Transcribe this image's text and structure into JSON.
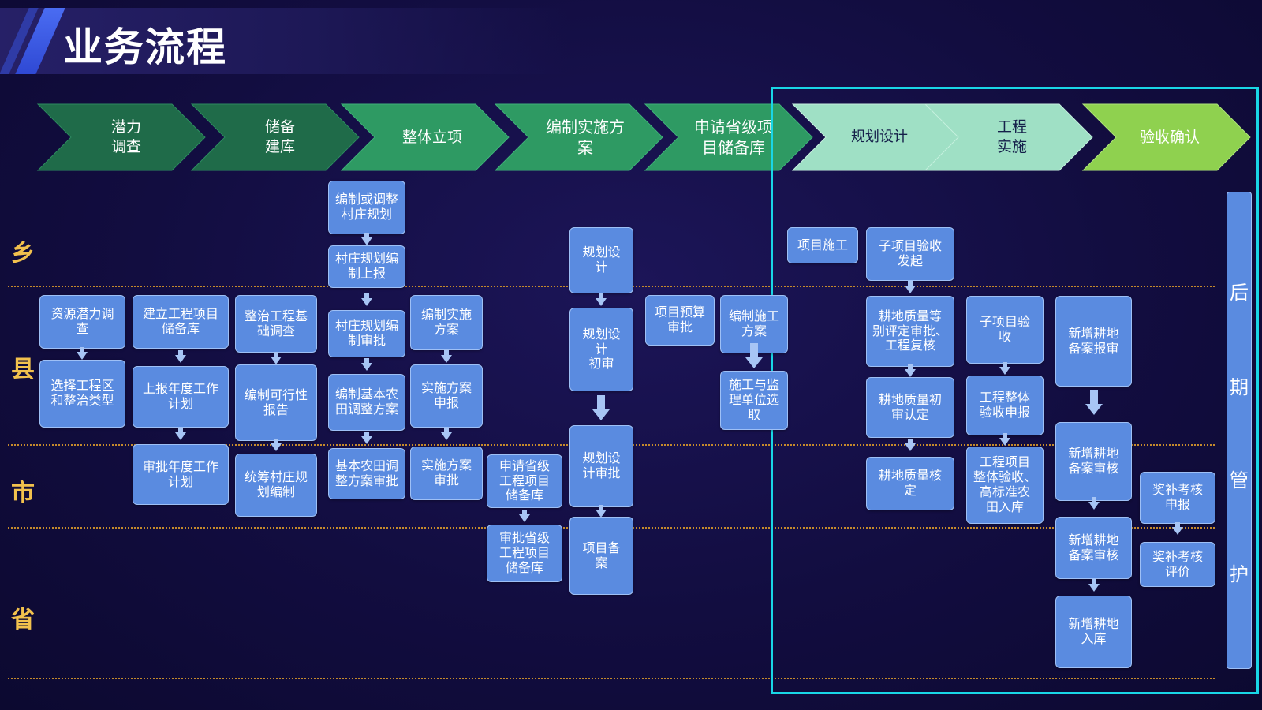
{
  "page": {
    "title": "业务流程"
  },
  "stages": [
    "潜力\n调查",
    "储备\n建库",
    "整体立项",
    "编制实施方\n案",
    "申请省级项\n目储备库",
    "规划设计",
    "工程\n实施",
    "验收确认"
  ],
  "rows": [
    "乡",
    "县",
    "市",
    "省"
  ],
  "boxes": {
    "b1": "资源潜力调\n查",
    "b2": "选择工程区\n和整治类型",
    "b3": "建立工程项目\n储备库",
    "b4": "上报年度工作\n计划",
    "b5": "审批年度工作\n计划",
    "b6": "整治工程基\n础调查",
    "b7": "编制可行性\n报告",
    "b8": "统筹村庄规\n划编制",
    "b9": "编制或调整\n村庄规划",
    "b10": "村庄规划编\n制上报",
    "b11": "村庄规划编\n制审批",
    "b12": "编制基本农\n田调整方案",
    "b13": "基本农田调\n整方案审批",
    "b14": "编制实施\n方案",
    "b15": "实施方案\n申报",
    "b16": "实施方案\n审批",
    "b17": "申请省级\n工程项目\n储备库",
    "b18": "审批省级\n工程项目\n储备库",
    "b19": "规划设\n计",
    "b20": "规划设\n计\n初审",
    "b21": "规划设\n计审批",
    "b22": "项目备\n案",
    "b23": "项目预算\n审批",
    "b24": "编制施工\n方案",
    "b25": "施工与监\n理单位选\n取",
    "b26": "项目施工",
    "b27": "子项目验收\n发起",
    "b28": "耕地质量等\n别评定审批、\n工程复核",
    "b29": "耕地质量初\n审认定",
    "b30": "耕地质量核\n定",
    "b31": "子项目验\n收",
    "b32": "工程整体\n验收申报",
    "b33": "工程项目\n整体验收、\n高标准农\n田入库",
    "b34": "新增耕地\n备案报审",
    "b35": "新增耕地\n备案审核",
    "b36": "新增耕地\n备案审核",
    "b37": "新增耕地\n入库",
    "b38": "奖补考核\n申报",
    "b39": "奖补考核\n评价"
  },
  "side_panel": [
    "后",
    "期",
    "管",
    "护"
  ],
  "colors": {
    "background": "#120d40",
    "box": "#5a8be0",
    "highlight": "#19d6e6",
    "row_label": "#f2c14d",
    "divider": "#c58a2c",
    "stage_colors": [
      "#1f6b49",
      "#1f6b49",
      "#2e9a63",
      "#2e9a63",
      "#2e9a63",
      "#9fe0c5",
      "#9fe0c5",
      "#8fd14f"
    ]
  }
}
